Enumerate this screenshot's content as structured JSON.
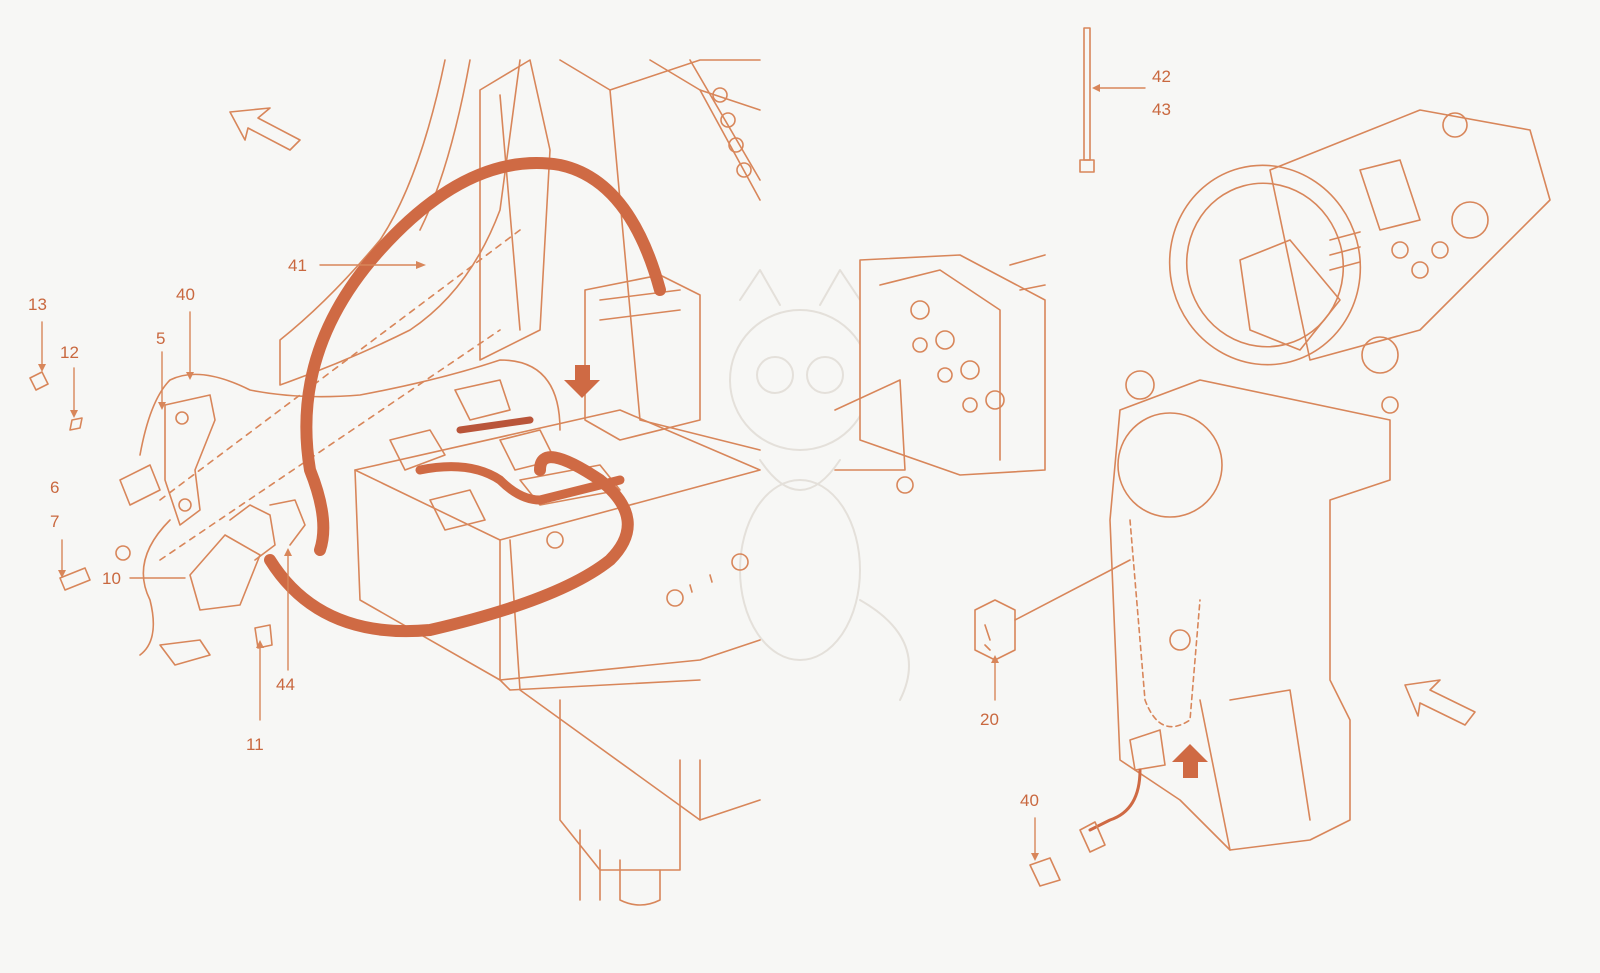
{
  "colors": {
    "background": "#f7f7f5",
    "line": "#d8865a",
    "cable": "#cf6a44",
    "cable_dark": "#b9553a",
    "label": "#c9683f",
    "watermark": "#e4e0da"
  },
  "callouts": {
    "c13": "13",
    "c12": "12",
    "c40_left": "40",
    "c5": "5",
    "c6": "6",
    "c7": "7",
    "c10": "10",
    "c41": "41",
    "c44": "44",
    "c11": "11",
    "c42": "42",
    "c43": "43",
    "c20": "20",
    "c40_right": "40"
  }
}
